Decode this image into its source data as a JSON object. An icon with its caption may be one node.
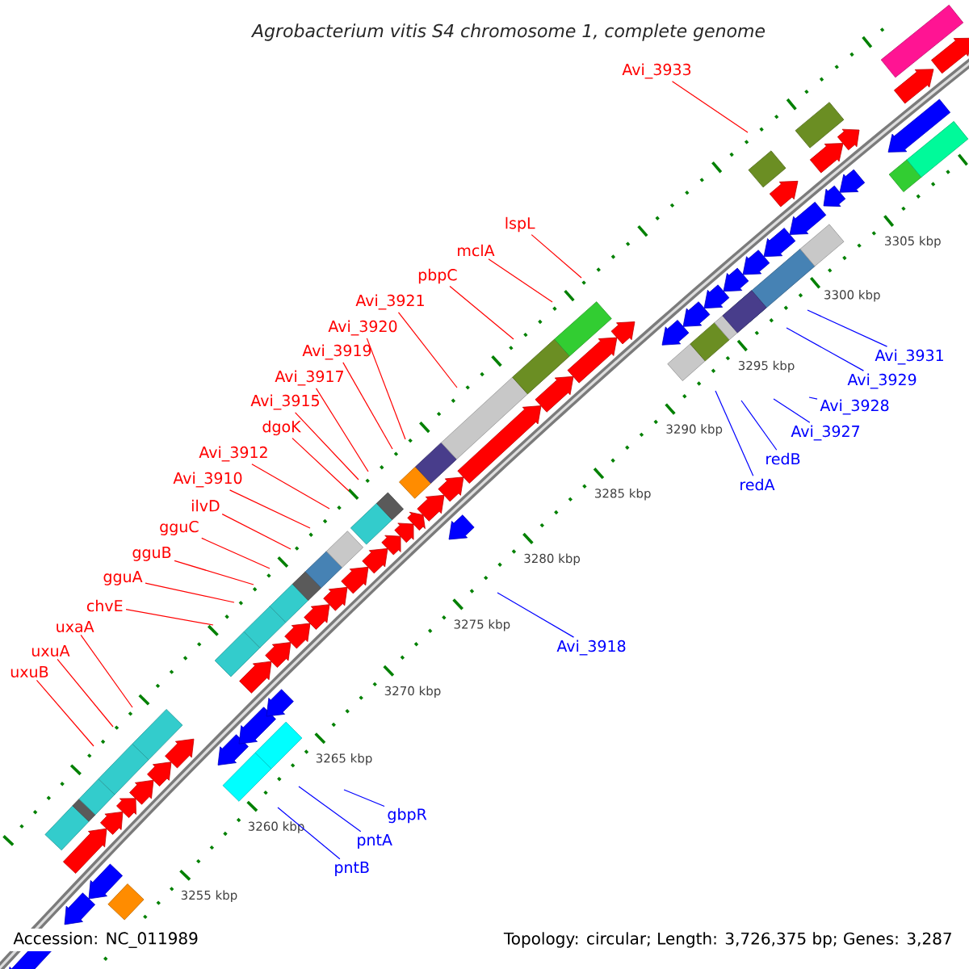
{
  "diagram": {
    "title": "Agrobacterium vitis S4 chromosome 1, complete genome",
    "nodes": [
      {
        "text": [
          "Avi_3933"
        ]
      },
      {
        "text": [
          "lspL"
        ]
      },
      {
        "text": [
          "mclA"
        ]
      },
      {
        "text": [
          "pbpC"
        ]
      },
      {
        "text": [
          "Avi_3921"
        ]
      },
      {
        "text": [
          "Avi_3920"
        ]
      },
      {
        "text": [
          "Avi_3919"
        ]
      },
      {
        "text": [
          "Avi_3931"
        ]
      },
      {
        "text": [
          "Avi_3917"
        ]
      },
      {
        "text": [
          "Avi_3929"
        ]
      },
      {
        "text": [
          "Avi_3915"
        ]
      },
      {
        "text": [
          "Avi_3928"
        ]
      },
      {
        "text": [
          "dgoK"
        ]
      },
      {
        "text": [
          "Avi_3927"
        ]
      },
      {
        "text": [
          "Avi_3912"
        ]
      },
      {
        "text": [
          "redB"
        ]
      },
      {
        "text": [
          "Avi_3910"
        ]
      },
      {
        "text": [
          "redA"
        ]
      },
      {
        "text": [
          "ilvD"
        ]
      },
      {
        "text": [
          "gguC"
        ]
      },
      {
        "text": [
          "gguB"
        ]
      },
      {
        "text": [
          "gguA"
        ]
      },
      {
        "text": [
          "chvE"
        ]
      },
      {
        "text": [
          "uxaA"
        ]
      },
      {
        "text": [
          "Avi_3918"
        ]
      },
      {
        "text": [
          "uxuA"
        ]
      },
      {
        "text": [
          "uxuB"
        ]
      },
      {
        "text": [
          "gbpR"
        ]
      },
      {
        "text": [
          "pntA"
        ]
      },
      {
        "text": [
          "pntB"
        ]
      }
    ],
    "edges": [
      {
        "from": 0,
        "to": null,
        "arrow": "none"
      },
      {
        "from": 1,
        "to": null,
        "arrow": "none"
      },
      {
        "from": 2,
        "to": null,
        "arrow": "none"
      },
      {
        "from": 3,
        "to": null,
        "arrow": "none"
      },
      {
        "from": 4,
        "to": null,
        "arrow": "none"
      },
      {
        "from": 5,
        "to": null,
        "arrow": "none"
      },
      {
        "from": 6,
        "to": null,
        "arrow": "none"
      },
      {
        "from": 7,
        "to": null,
        "arrow": "none",
        "color": "#0000ff"
      },
      {
        "from": 8,
        "to": null,
        "arrow": "none"
      },
      {
        "from": 9,
        "to": null,
        "arrow": "none",
        "color": "#0000ff"
      },
      {
        "from": 10,
        "to": null,
        "arrow": "none"
      },
      {
        "from": 11,
        "to": null,
        "arrow": "none",
        "color": "#0000ff"
      },
      {
        "from": 12,
        "to": null,
        "arrow": "none"
      },
      {
        "from": 13,
        "to": null,
        "arrow": "none",
        "color": "#0000ff"
      },
      {
        "from": 14,
        "to": null,
        "arrow": "none"
      },
      {
        "from": 15,
        "to": null,
        "arrow": "none",
        "color": "#0000ff"
      },
      {
        "from": 16,
        "to": null,
        "arrow": "none"
      },
      {
        "from": 17,
        "to": null,
        "arrow": "none",
        "color": "#0000ff"
      },
      {
        "from": 18,
        "to": null,
        "arrow": "none"
      },
      {
        "from": 19,
        "to": null,
        "arrow": "none"
      },
      {
        "from": 20,
        "to": null,
        "arrow": "none"
      },
      {
        "from": 21,
        "to": null,
        "arrow": "none"
      },
      {
        "from": 22,
        "to": null,
        "arrow": "none"
      },
      {
        "from": 23,
        "to": null,
        "arrow": "none"
      },
      {
        "from": 24,
        "to": null,
        "arrow": "none",
        "color": "#0000ff"
      },
      {
        "from": 25,
        "to": null,
        "arrow": "none"
      },
      {
        "from": 26,
        "to": null,
        "arrow": "none"
      },
      {
        "from": 27,
        "to": null,
        "arrow": "none",
        "color": "#0000ff"
      },
      {
        "from": 28,
        "to": null,
        "arrow": "none",
        "color": "#0000ff"
      },
      {
        "from": 29,
        "to": null,
        "arrow": "none",
        "color": "#0000ff"
      }
    ],
    "labels": [
      "3305 kbp",
      "3300 kbp",
      "3295 kbp",
      "3290 kbp",
      "3285 kbp",
      "3280 kbp",
      "3275 kbp",
      "3270 kbp",
      "3265 kbp",
      "3260 kbp",
      "3255 kbp",
      "Accession: NC_011989",
      "Topology: circular; Length: 3,726,375 bp; Genes: 3,287"
    ]
  }
}
